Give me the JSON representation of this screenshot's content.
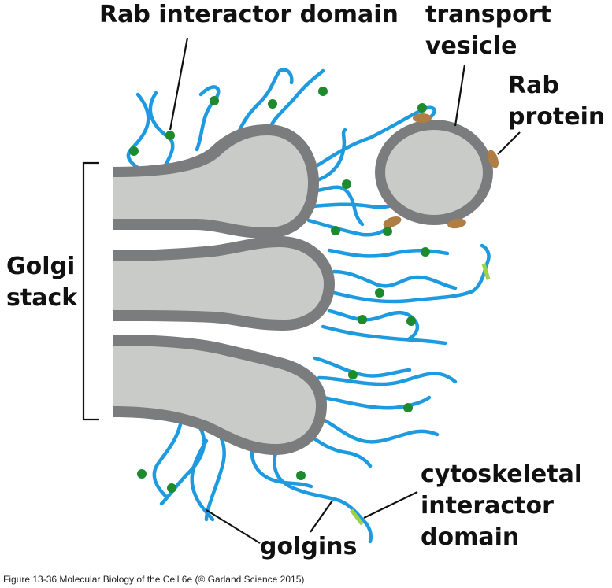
{
  "labels": {
    "rab_interactor": "Rab interactor domain",
    "transport_line1": "transport",
    "transport_line2": "vesicle",
    "rab_line1": "Rab",
    "rab_line2": "protein",
    "golgi_line1": "Golgi",
    "golgi_line2": "stack",
    "cyto_line1": "cytoskeletal",
    "cyto_line2": "interactor",
    "cyto_line3": "domain",
    "golgins": "golgins"
  },
  "caption": "Figure 13-36  Molecular Biology of the Cell 6e (© Garland Science 2015)",
  "colors": {
    "golgin": "#1e9be0",
    "rab_interactor": "#1e8a2e",
    "cytoskeletal_interactor": "#9bd24a",
    "rab_protein": "#b07d45",
    "membrane": "#7a7c7d",
    "lumen": "#c8cbc7"
  }
}
